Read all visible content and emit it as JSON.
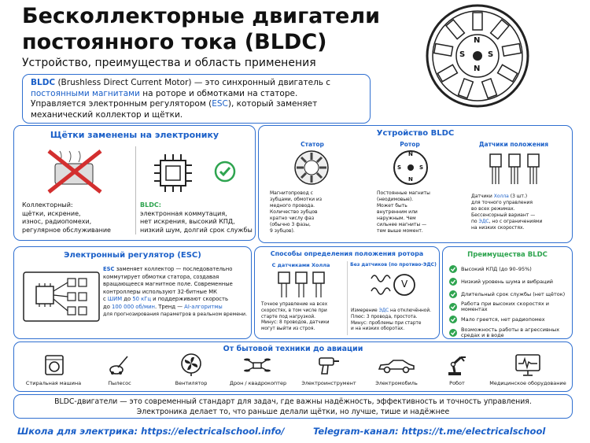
{
  "header": {
    "title_line1": "Бесколлекторные двигатели",
    "title_line2": "постоянного тока (BLDC)",
    "subtitle": "Устройство, преимущества и область применения"
  },
  "intro": {
    "l1_a": "BLDC",
    "l1_b": " (Brushless Direct Current Motor) — это синхронный двигатель с",
    "l2_a": "постоянными магнитами",
    "l2_b": " на роторе и обмотками на статоре.",
    "l3_a": "Управляется электронным регулятором (",
    "l3_b": "ESC",
    "l3_c": "), который заменяет",
    "l4": "механический коллектор и щётки."
  },
  "brushes": {
    "title": "Щётки заменены на электронику",
    "left_l1": "Коллекторный:",
    "left_l2": "щётки, искрение,",
    "left_l3": "износ, радиопомехи,",
    "left_l4": "регулярное обслуживание",
    "right_head": "BLDC:",
    "right_l2": "электронная коммутация,",
    "right_l3": "нет искрения, высокий КПД,",
    "right_l4": "низкий шум, долгий срок службы"
  },
  "device": {
    "title": "Устройство BLDC",
    "stator_title": "Статор",
    "stator_l1": "Магнитопровод с",
    "stator_l2": "зубцами, обмотки из",
    "stator_l3": "медного провода.",
    "stator_l4": "Количество зубцов",
    "stator_l5": "кратно числу фаз",
    "stator_l6": "(обычно 3 фазы,",
    "stator_l7": "9 зубцов).",
    "rotor_title": "Ротор",
    "rotor_l1": "Постоянные магниты",
    "rotor_l2": "(неодимовые).",
    "rotor_l3": "Может быть",
    "rotor_l4": "внутренним или",
    "rotor_l5": "наружным. Чем",
    "rotor_l6": "сильнее магниты —",
    "rotor_l7": "тем выше момент.",
    "sensors_title": "Датчики положения",
    "sensors_l1a": "Датчики ",
    "sensors_l1b": "Холла",
    "sensors_l1c": " (3 шт.)",
    "sensors_l2": "для точного управления",
    "sensors_l3": "во всех режимах.",
    "sensors_l4": "Бессенсорный вариант —",
    "sensors_l5a": "по ",
    "sensors_l5b": "ЭДС",
    "sensors_l5c": ", но с ограничениями",
    "sensors_l6": "на низких скоростях."
  },
  "esc": {
    "title": "Электронный регулятор (ESC)",
    "l1a": "ESC",
    "l1b": " заменяет коллектор — последовательно",
    "l2": "коммутирует обмотки статора, создавая",
    "l3": "вращающееся магнитное поле. Современные",
    "l4": "контроллеры используют 32-битные МК",
    "l5a": "с ",
    "l5b": "ШИМ",
    "l5c": " до ",
    "l5d": "50 кГц",
    "l5e": " и поддерживают скорость",
    "l6a": "до ",
    "l6b": "100 000 об/мин",
    "l6c": ". Тренд — ",
    "l6d": "AI-алгоритмы",
    "l7": "для прогнозирования параметров в реальном времени."
  },
  "rotor_pos": {
    "title": "Способы определения положения ротора",
    "hall_title": "С датчиками Холла",
    "bemf_title": "Без датчиков (по противо-ЭДС)",
    "hall_l1": "Точное управление на всех",
    "hall_l2": "скоростях, в том числе при",
    "hall_l3": "старте под нагрузкой.",
    "hall_l4": "Минус: 8 проводов, датчики",
    "hall_l5": "могут выйти из строя.",
    "bemf_l1a": "Измерение ",
    "bemf_l1b": "ЭДС",
    "bemf_l1c": " на отключённой.",
    "bemf_l2": "Плюс: 3 провода, простота.",
    "bemf_l3": "Минус: проблемы при старте",
    "bemf_l4": "и на низких оборотах.",
    "voltmeter": "V"
  },
  "advantages": {
    "title": "Преимущества BLDC",
    "items": [
      "Высокий КПД (до 90–95%)",
      "Низкий уровень шума и вибраций",
      "Длительный срок службы (нет щёток)",
      "Работа при высоких скоростях и моментах",
      "Мало греется, нет радиопомех",
      "Возможность работы в агрессивных средах и в воде"
    ]
  },
  "apps": {
    "title": "От бытовой техники до авиации",
    "items": [
      "Стиральная машина",
      "Пылесос",
      "Вентилятор",
      "Дрон / квадрокоптер",
      "Электроинструмент",
      "Электромобиль",
      "Робот",
      "Медицинское оборудование"
    ]
  },
  "conclusion": {
    "l1": "BLDC-двигатели — это современный стандарт для задач, где важны надёжность, эффективность и точность управления.",
    "l2": "Электроника делает то, что раньше делали щётки, но лучше, тише и надёжнее"
  },
  "footer": {
    "left": "Школа для электрика: https://electricalschool.info/",
    "right": "Telegram-канал: https://t.me/electricalschool"
  },
  "motor_poles": {
    "n": "N",
    "s": "S"
  },
  "colors": {
    "accent": "#1a5fc8",
    "check": "#2ea44f",
    "cross": "#d32f2f"
  }
}
